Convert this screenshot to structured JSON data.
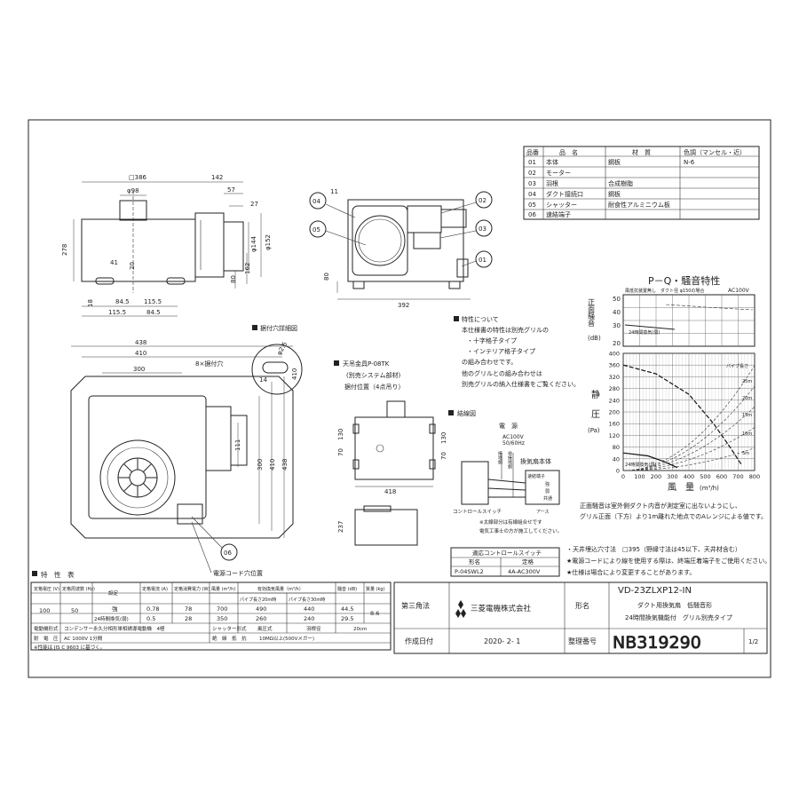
{
  "parts_table": {
    "headers": [
      "品番",
      "品　名",
      "材　質",
      "色調（マンセル・近）"
    ],
    "rows": [
      [
        "01",
        "本体",
        "鋼板",
        "N-6"
      ],
      [
        "02",
        "モーター",
        "",
        ""
      ],
      [
        "03",
        "羽根",
        "合成樹脂",
        ""
      ],
      [
        "04",
        "ダクト接続口",
        "鋼板",
        ""
      ],
      [
        "05",
        "シャッター",
        "耐食性アルミニウム板",
        ""
      ],
      [
        "06",
        "速結端子",
        "",
        ""
      ]
    ]
  },
  "front_view": {
    "dims": [
      "□386",
      "142",
      "φ98",
      "57",
      "27",
      "278",
      "φ144",
      "φ152",
      "80",
      "162",
      "41",
      "20",
      "18",
      "84.5",
      "115.5",
      "115.5",
      "84.5"
    ]
  },
  "side_view": {
    "dims": [
      "11",
      "80",
      "392"
    ],
    "callouts": [
      "04",
      "05",
      "02",
      "03",
      "01"
    ]
  },
  "pq_chart": {
    "title": "P－Q・騒音特性",
    "noise_label": "正面騒音",
    "noise_unit": "(dB)",
    "noise_ticks": [
      "50",
      "40",
      "30",
      "20"
    ],
    "noise_note1": "風抵抗装置無し　ダクト径 φ150の場合",
    "noise_note2": "AC100V",
    "noise_mode": "24時間換気(弱)",
    "ylabel_1": "静",
    "ylabel_2": "圧",
    "yunit": "(Pa)",
    "xlabel": "風　量",
    "xunit": "(m³/h)",
    "pipe_label": "パイプ長さ",
    "curve_mode": "24時間換気(弱)",
    "pipe_lengths": [
      "25m",
      "20m",
      "15m",
      "10m",
      "5m"
    ]
  },
  "chart_data": {
    "type": "line",
    "x": [
      0,
      100,
      200,
      300,
      400,
      500,
      600,
      700,
      800
    ],
    "ylim": [
      0,
      400
    ],
    "xlim": [
      0,
      800
    ],
    "y_ticks": [
      0,
      40,
      80,
      120,
      160,
      200,
      240,
      280,
      320,
      360,
      400
    ],
    "x_ticks": [
      0,
      100,
      200,
      300,
      400,
      500,
      600,
      700,
      800
    ],
    "series": [
      {
        "name": "強",
        "points": [
          [
            0,
            360
          ],
          [
            200,
            330
          ],
          [
            400,
            260
          ],
          [
            550,
            160
          ],
          [
            650,
            80
          ],
          [
            720,
            20
          ]
        ]
      },
      {
        "name": "24時間換気(弱)",
        "points": [
          [
            0,
            60
          ],
          [
            150,
            50
          ],
          [
            250,
            30
          ],
          [
            330,
            10
          ]
        ]
      }
    ]
  },
  "features": {
    "title": "特性について",
    "lines": [
      "本仕様書の特性は別売グリルの",
      "・十字格子タイプ",
      "・インテリア格子タイプ",
      "の組み合わせです。",
      "他のグリルとの組み合わせは",
      "別売グリルの納入仕様書をご覧ください。"
    ]
  },
  "hanger": {
    "title": "天吊金具P-08TK",
    "sub1": "(別売システム部材)",
    "sub2": "据付位置（4点吊り）",
    "dims": [
      "418",
      "70",
      "130",
      "130",
      "70",
      "237"
    ]
  },
  "mount_detail": {
    "title": "据付穴詳細図",
    "dims": [
      "φ2.5",
      "410",
      "14"
    ]
  },
  "bottom_view": {
    "dims": [
      "438",
      "410",
      "300",
      "8×据付穴",
      "111",
      "300",
      "410",
      "438"
    ],
    "cord_label": "電源コード穴位置",
    "callout": "06"
  },
  "wiring": {
    "title": "結線図",
    "power": "電　源",
    "voltage1": "AC100V",
    "voltage2": "50/60Hz",
    "ground": "接地側",
    "live": "非接地側",
    "unit": "換気扇本体",
    "terminal": "速結端子",
    "strong": "強",
    "weak": "弱",
    "common": "共通",
    "earth": "アース",
    "switch": "コントロールスイッチ",
    "note1": "※太線部分は有線組合せです",
    "note2": "電気工事士の方が施工してください。"
  },
  "switch_table": {
    "title": "適応コントロールスイッチ",
    "headers": [
      "形名",
      "定格"
    ],
    "row": [
      "P-04SWL2",
      "4A-AC300V"
    ]
  },
  "notes": [
    "・天井埋込穴寸法　□395（野縁寸法は45以下、天井材含む）",
    "★電源コードにより線を使用する際は、終端圧着端子をご使用ください。",
    "★仕様は場合により変更することがあります。"
  ],
  "noise_note": {
    "line1": "正面騒音は室外側ダクト内音が測定室に出ないようにし、",
    "line2": "グリル正面（下方）より1m離れた地点でのAレンジによる値です。"
  },
  "spec_table": {
    "title": "特　性　表",
    "headers": [
      "定格電圧 (V)",
      "定格周波数 (Hz)",
      "設定",
      "定格電流 (A)",
      "定格消費電力 (W)",
      "風量 (m³/h)",
      "パイプ長さ20m時",
      "パイプ長さ30m時",
      "騒音 (dB)",
      "質量 (kg)"
    ],
    "header_group": "有効換気風量（m³/h）",
    "voltage": "100",
    "frequency": "50",
    "rows": [
      [
        "強",
        "0.78",
        "78",
        "700",
        "490",
        "440",
        "44.5"
      ],
      [
        "24時間換気(弱)",
        "0.5",
        "28",
        "350",
        "260",
        "240",
        "29.5"
      ]
    ],
    "mass": "8.6",
    "motor_label": "電動機形式",
    "motor_value": "コンデンサー永久分相形単相誘導電動機　4極",
    "shutter_label": "シャッター形式",
    "shutter_value": "風圧式",
    "wire_label": "羽根径",
    "wire_value": "20cm",
    "withstand_label": "耐　電　圧",
    "withstand_value": "AC 1000V 1分間",
    "insulation_label": "絶　縁　抵　抗",
    "insulation_value": "10MΩ以上(500Vメガー)",
    "footnote": "※性能は JIS C 9603 に基づく。"
  },
  "title_block": {
    "projection": "第三角法",
    "company": "三菱電機株式会社",
    "model_label": "形名",
    "model": "VD-23ZLXP12-IN",
    "desc1": "ダクト用換気扇　低騒音形",
    "desc2": "24時間換気機能付　グリル別売タイプ",
    "date_label": "作成日付",
    "date": "2020- 2- 1",
    "doc_label": "整理番号",
    "doc_no": "NB319290",
    "page": "1/2"
  }
}
